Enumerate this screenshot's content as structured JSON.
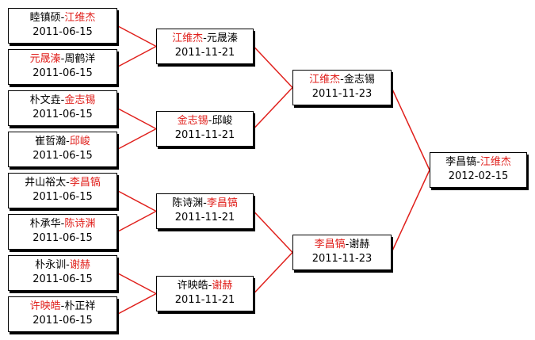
{
  "bracket": {
    "round1": [
      {
        "p1": "睦镇硕",
        "p2": "江维杰",
        "winner": "p2",
        "date": "2011-06-15"
      },
      {
        "p1": "元晟溱",
        "p2": "周鹤洋",
        "winner": "p1",
        "date": "2011-06-15"
      },
      {
        "p1": "朴文垚",
        "p2": "金志锡",
        "winner": "p2",
        "date": "2011-06-15"
      },
      {
        "p1": "崔哲瀚",
        "p2": "邱峻",
        "winner": "p2",
        "date": "2011-06-15"
      },
      {
        "p1": "井山裕太",
        "p2": "李昌镐",
        "winner": "p2",
        "date": "2011-06-15"
      },
      {
        "p1": "朴承华",
        "p2": "陈诗渊",
        "winner": "p2",
        "date": "2011-06-15"
      },
      {
        "p1": "朴永训",
        "p2": "谢赫",
        "winner": "p2",
        "date": "2011-06-15"
      },
      {
        "p1": "许映皓",
        "p2": "朴正祥",
        "winner": "p1",
        "date": "2011-06-15"
      }
    ],
    "round2": [
      {
        "p1": "江维杰",
        "p2": "元晟溱",
        "winner": "p1",
        "date": "2011-11-21"
      },
      {
        "p1": "金志锡",
        "p2": "邱峻",
        "winner": "p1",
        "date": "2011-11-21"
      },
      {
        "p1": "陈诗渊",
        "p2": "李昌镐",
        "winner": "p2",
        "date": "2011-11-21"
      },
      {
        "p1": "许映皓",
        "p2": "谢赫",
        "winner": "p2",
        "date": "2011-11-21"
      }
    ],
    "round3": [
      {
        "p1": "江维杰",
        "p2": "金志锡",
        "winner": "p1",
        "date": "2011-11-23"
      },
      {
        "p1": "李昌镐",
        "p2": "谢赫",
        "winner": "p1",
        "date": "2011-11-23"
      }
    ],
    "final": [
      {
        "p1": "李昌镐",
        "p2": "江维杰",
        "winner": "p2",
        "date": "2012-02-15"
      }
    ]
  },
  "colors": {
    "winner": "#e0201c",
    "connector": "#e0201c",
    "text": "#000000",
    "border": "#000000"
  }
}
